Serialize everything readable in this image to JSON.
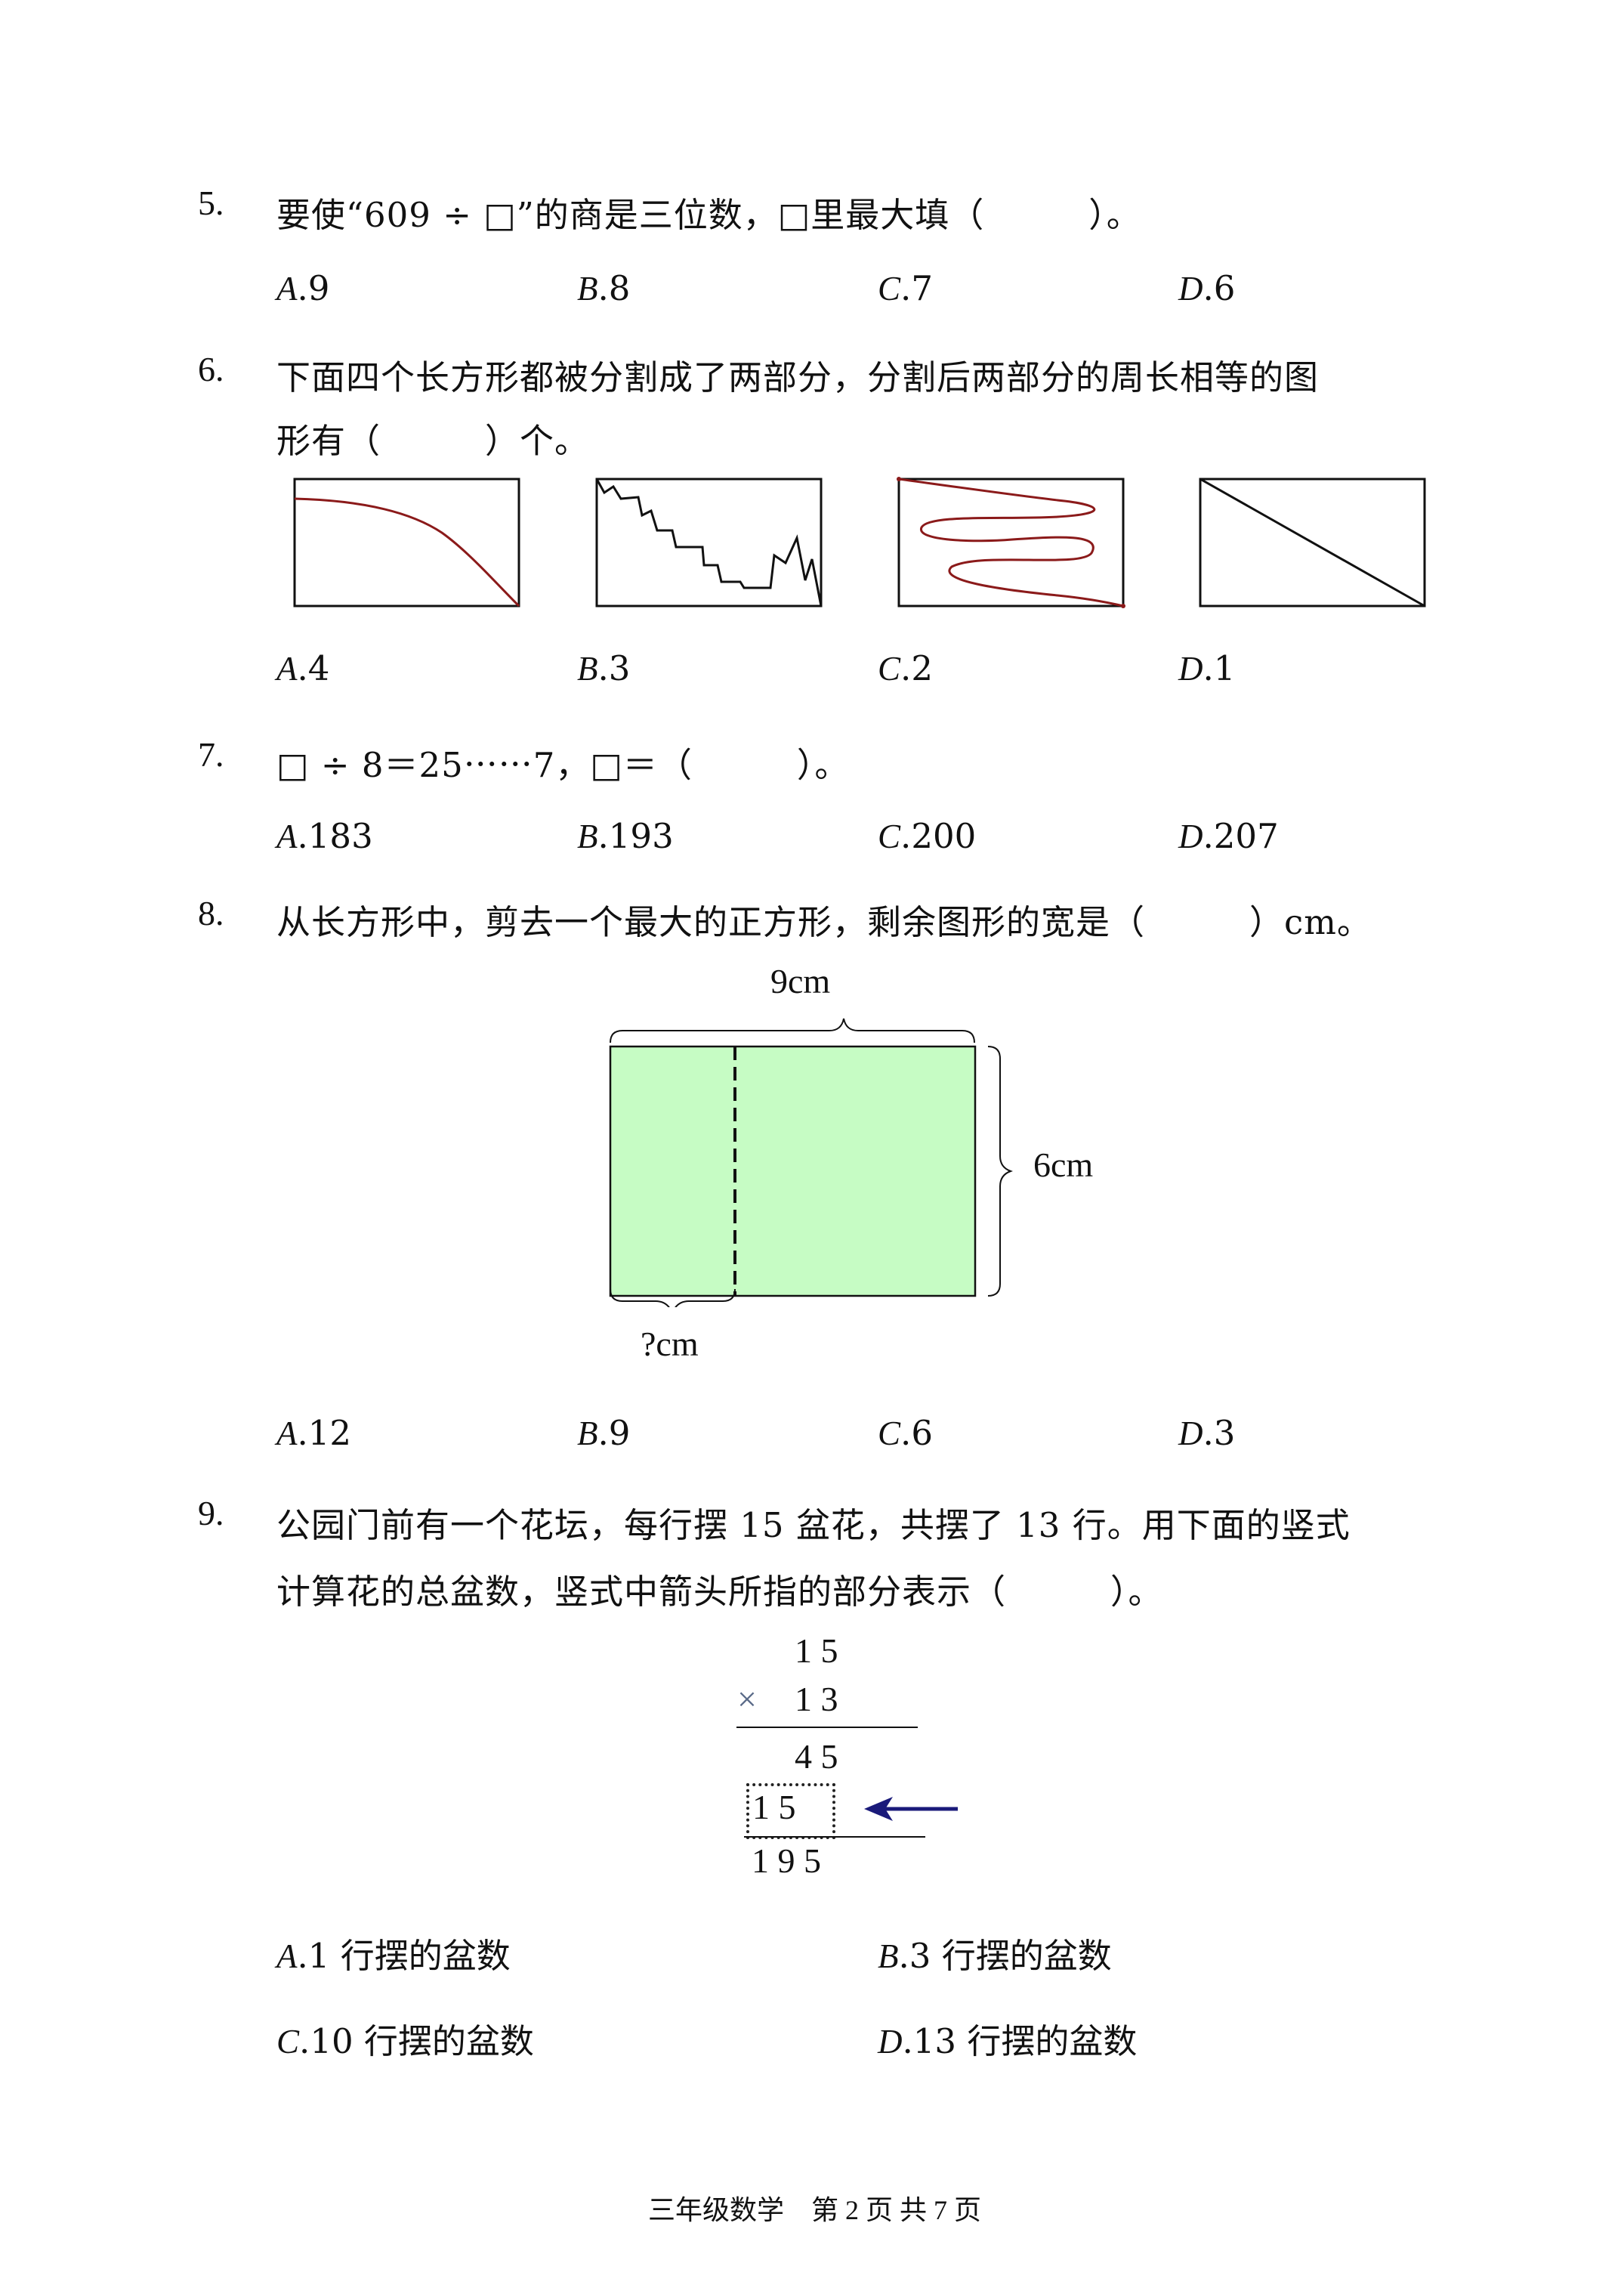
{
  "questions": [
    {
      "number": "5.",
      "text": "要使“609 ÷ □”的商是三位数，□里最大填（　　　）。",
      "options": [
        {
          "letter": "A",
          "value": ".9"
        },
        {
          "letter": "B",
          "value": ".8"
        },
        {
          "letter": "C",
          "value": ".7"
        },
        {
          "letter": "D",
          "value": ".6"
        }
      ]
    },
    {
      "number": "6.",
      "text_line1": "下面四个长方形都被分割成了两部分，分割后两部分的周长相等的图",
      "text_line2": "形有（　　　）个。",
      "options": [
        {
          "letter": "A",
          "value": ".4"
        },
        {
          "letter": "B",
          "value": ".3"
        },
        {
          "letter": "C",
          "value": ".2"
        },
        {
          "letter": "D",
          "value": ".1"
        }
      ]
    },
    {
      "number": "7.",
      "text": "□ ÷ 8＝25⋯⋯7，□＝（　　　）。",
      "options": [
        {
          "letter": "A",
          "value": ".183"
        },
        {
          "letter": "B",
          "value": ".193"
        },
        {
          "letter": "C",
          "value": ".200"
        },
        {
          "letter": "D",
          "value": ".207"
        }
      ]
    },
    {
      "number": "8.",
      "text": "从长方形中，剪去一个最大的正方形，剩余图形的宽是（　　　）cm。",
      "figure": {
        "top_label": "9cm",
        "right_label": "6cm",
        "bottom_label": "?cm",
        "fill_color": "#c6fcc4"
      },
      "options": [
        {
          "letter": "A",
          "value": ".12"
        },
        {
          "letter": "B",
          "value": ".9"
        },
        {
          "letter": "C",
          "value": ".6"
        },
        {
          "letter": "D",
          "value": ".3"
        }
      ]
    },
    {
      "number": "9.",
      "text_line1": "公园门前有一个花坛，每行摆 15 盆花，共摆了 13 行。用下面的竖式",
      "text_line2": "计算花的总盆数，竖式中箭头所指的部分表示（　　　）。",
      "calc": {
        "multiplicand": "1 5",
        "times_sign": "×",
        "multiplier": "1 3",
        "partial1": "4 5",
        "partial2": "1 5",
        "result": "1 9 5",
        "arrow_color": "#1a1a7a"
      },
      "options": [
        {
          "letter": "A",
          "value": ".1 行摆的盆数"
        },
        {
          "letter": "B",
          "value": ".3 行摆的盆数"
        },
        {
          "letter": "C",
          "value": ".10 行摆的盆数"
        },
        {
          "letter": "D",
          "value": ".13 行摆的盆数"
        }
      ]
    }
  ],
  "footer": "三年级数学　第 2 页 共 7 页",
  "colors": {
    "curve": "#8b1a1a",
    "text": "#111111"
  }
}
